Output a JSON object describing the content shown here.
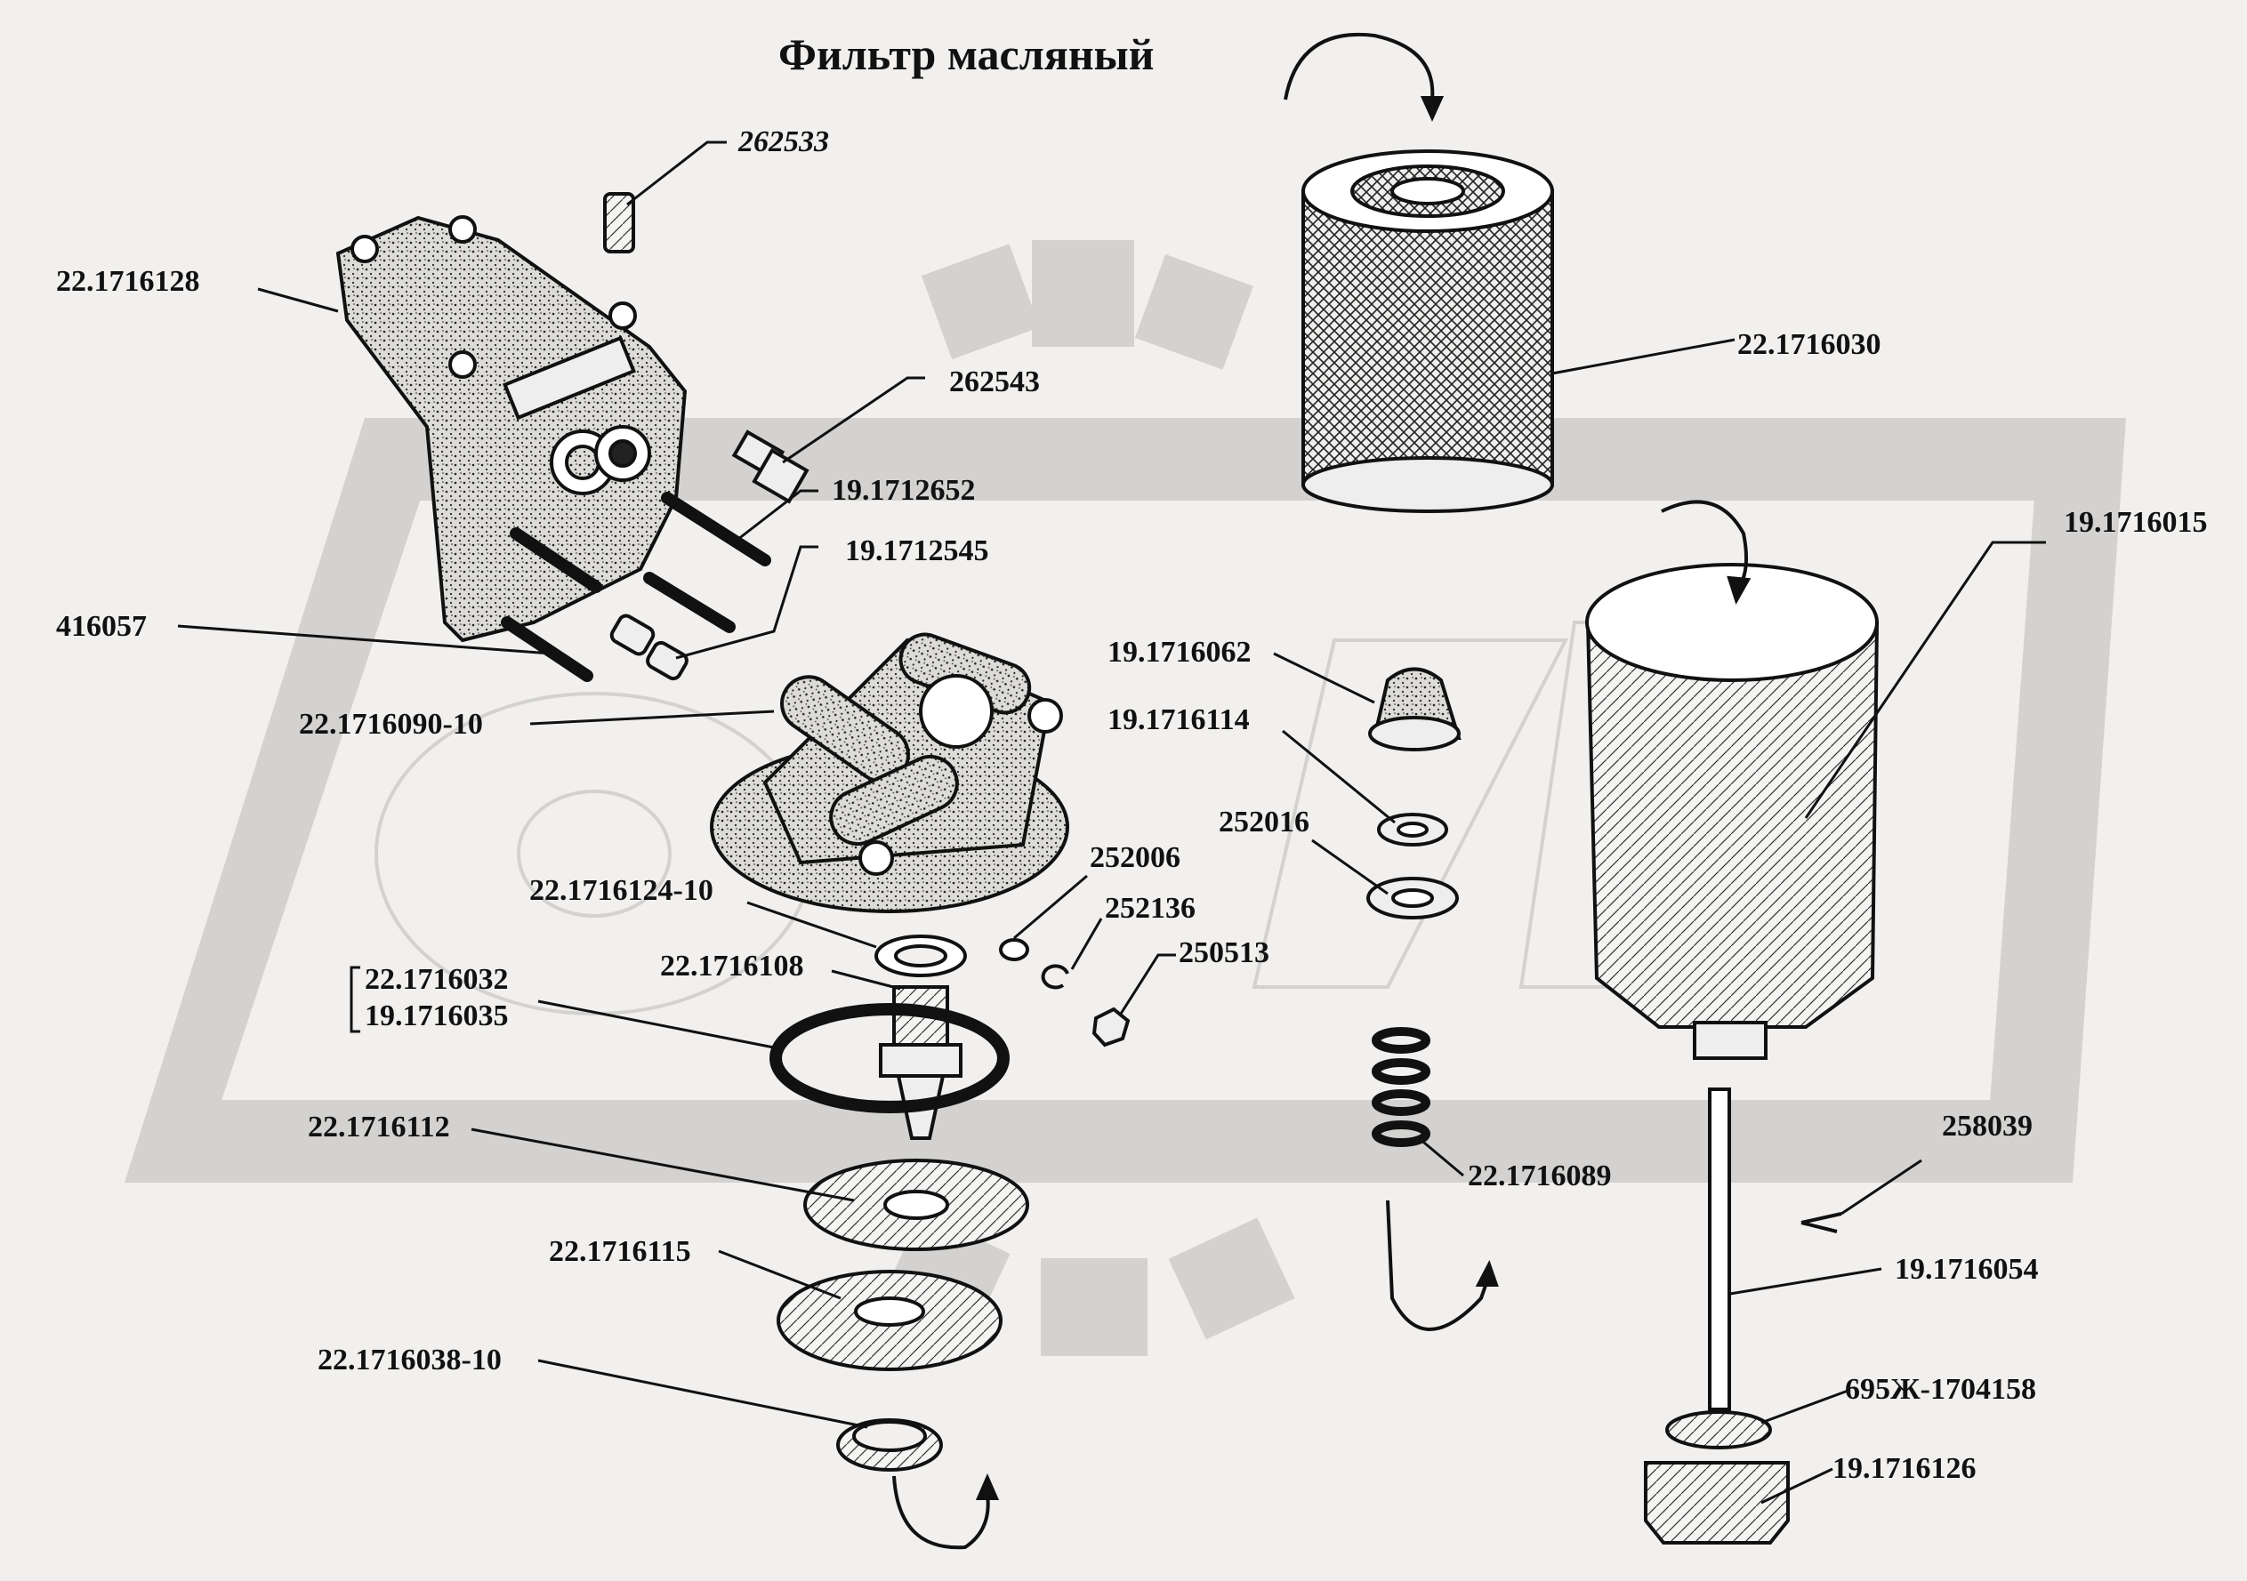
{
  "title": "Фильтр масляный",
  "colors": {
    "background": "#f1f0ee",
    "watermark": "#d3d2d0",
    "ink": "#111111",
    "part_fill": "#e6e5e2"
  },
  "labels": {
    "l262533": "262533",
    "l22_1716128": "22.1716128",
    "l262543": "262543",
    "l19_1712652": "19.1712652",
    "l19_1712545": "19.1712545",
    "l416057": "416057",
    "l22_1716090_10": "22.1716090-10",
    "l22_1716124_10": "22.1716124-10",
    "l252006": "252006",
    "l252136": "252136",
    "l22_1716108": "22.1716108",
    "l250513": "250513",
    "l22_1716032": "22.1716032",
    "l19_1716035": "19.1716035",
    "l22_1716112": "22.1716112",
    "l22_1716115": "22.1716115",
    "l22_1716038_10": "22.1716038-10",
    "l22_1716030": "22.1716030",
    "l19_1716015": "19.1716015",
    "l19_1716062": "19.1716062",
    "l19_1716114": "19.1716114",
    "l252016": "252016",
    "l22_1716089": "22.1716089",
    "l258039": "258039",
    "l19_1716054": "19.1716054",
    "l695zh_1704158": "695Ж-1704158",
    "l19_1716126": "19.1716126"
  }
}
